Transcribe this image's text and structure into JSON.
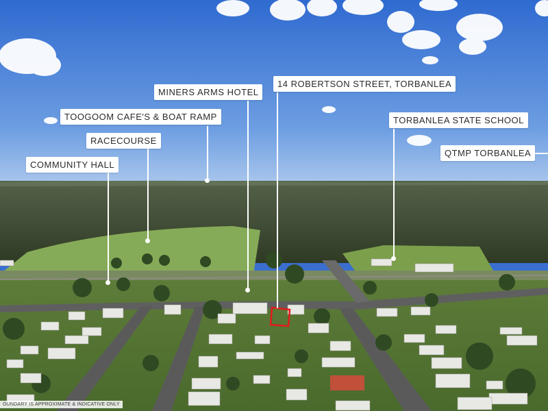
{
  "labels": {
    "community_hall": "COMMUNITY HALL",
    "racecourse": "RACECOURSE",
    "toogoom": "TOOGOOM CAFE'S & BOAT RAMP",
    "miners_arms": "MINERS ARMS HOTEL",
    "robertson_street": "14 ROBERTSON STREET, TORBANLEA",
    "state_school": "TORBANLEA STATE SCHOOL",
    "qtmp": "QTMP TORBANLEA"
  },
  "disclaimer": "OUNDARY IS APPROXIMATE & INDICATIVE ONLY",
  "colors": {
    "sky": "#3b74d4",
    "forest": "#3e4a32",
    "grass": "#6f9a45",
    "road": "#5a5a5a",
    "boundary": "#e21b1b",
    "label_bg": "#ffffff"
  }
}
